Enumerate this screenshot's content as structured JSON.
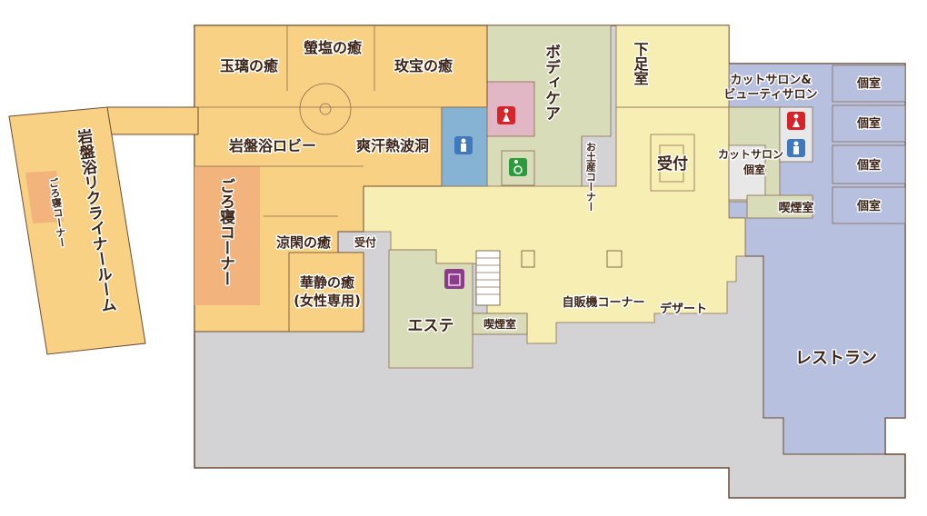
{
  "rooms": {
    "gyokuri": "玉璃の癒",
    "keien": "螢塩の癒",
    "meihou": "玫宝の癒",
    "lobby": "岩盤浴ロビー",
    "sokan": "爽汗熱波洞",
    "gorone_main": "ごろ寝コーナー",
    "gorone_small": "ごろ寝コーナー",
    "recliner": "岩盤浴リクライナールーム",
    "ryokan": "涼閑の癒",
    "uketsuke_small": "受付",
    "kasei_line1": "華静の癒",
    "kasei_line2": "(女性専用)",
    "body_care": "ボディケア",
    "omiyage": "お土産コーナー",
    "geshoku": "下足室",
    "uketsuke": "受付",
    "cut_salon_line1": "カットサロン&",
    "cut_salon_line2": "ビューティサロン",
    "cut_salon_koshitsu_line1": "カットサロン",
    "cut_salon_koshitsu_line2": "個室",
    "kitsuen_right": "喫煙室",
    "kitsuen_center": "喫煙室",
    "koshitsu": [
      "個室",
      "個室",
      "個室",
      "個室"
    ],
    "esthe": "エステ",
    "jihanki": "自販機コーナー",
    "dessert": "デザート",
    "restaurant": "レストラン"
  },
  "icons": {
    "toilet_women": "female-restroom-icon",
    "toilet_men": "male-restroom-icon",
    "accessible": "accessible-restroom-icon",
    "elevator": "elevator-icon"
  },
  "colors": {
    "orange": "#f8d184",
    "orange_dark": "#f2b37c",
    "cream": "#f7eeb4",
    "green": "#d8dcb8",
    "blue_area": "#b8c0e0",
    "gray": "#d3d3d6",
    "pink": "#e2b7c5",
    "toilet_blue": "#3f78bd",
    "toilet_red": "#d8232a",
    "wheel_green": "#2e9a3e",
    "elevator_purple": "#8c3c8a"
  }
}
